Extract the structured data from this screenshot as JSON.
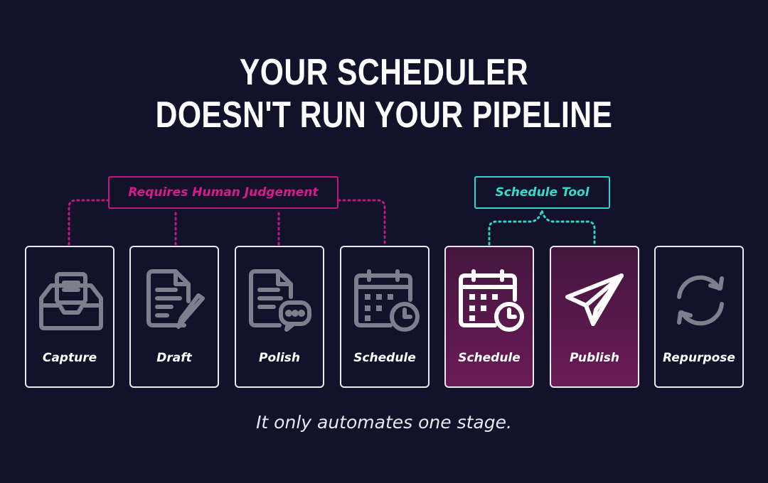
{
  "title": {
    "line1": "YOUR SCHEDULER",
    "line2": "DOESN'T RUN YOUR PIPELINE"
  },
  "groups": {
    "human": {
      "label": "Requires Human Judgement",
      "color": "#d81b8c"
    },
    "tool": {
      "label": "Schedule Tool",
      "color": "#33dccd"
    }
  },
  "stages": [
    {
      "label": "Capture",
      "icon": "inbox-tray-icon",
      "active": false
    },
    {
      "label": "Draft",
      "icon": "document-pencil-icon",
      "active": false
    },
    {
      "label": "Polish",
      "icon": "document-chat-icon",
      "active": false
    },
    {
      "label": "Schedule",
      "icon": "calendar-clock-icon",
      "active": false
    },
    {
      "label": "Schedule",
      "icon": "calendar-clock-icon",
      "active": true
    },
    {
      "label": "Publish",
      "icon": "paper-plane-icon",
      "active": true
    },
    {
      "label": "Repurpose",
      "icon": "refresh-cycle-icon",
      "active": false
    }
  ],
  "caption": "It only automates one stage.",
  "colors": {
    "background": "#12132a",
    "active_card": "#6a1b55",
    "muted_icon": "#7d7f8c",
    "bright_icon": "#ffffff"
  }
}
